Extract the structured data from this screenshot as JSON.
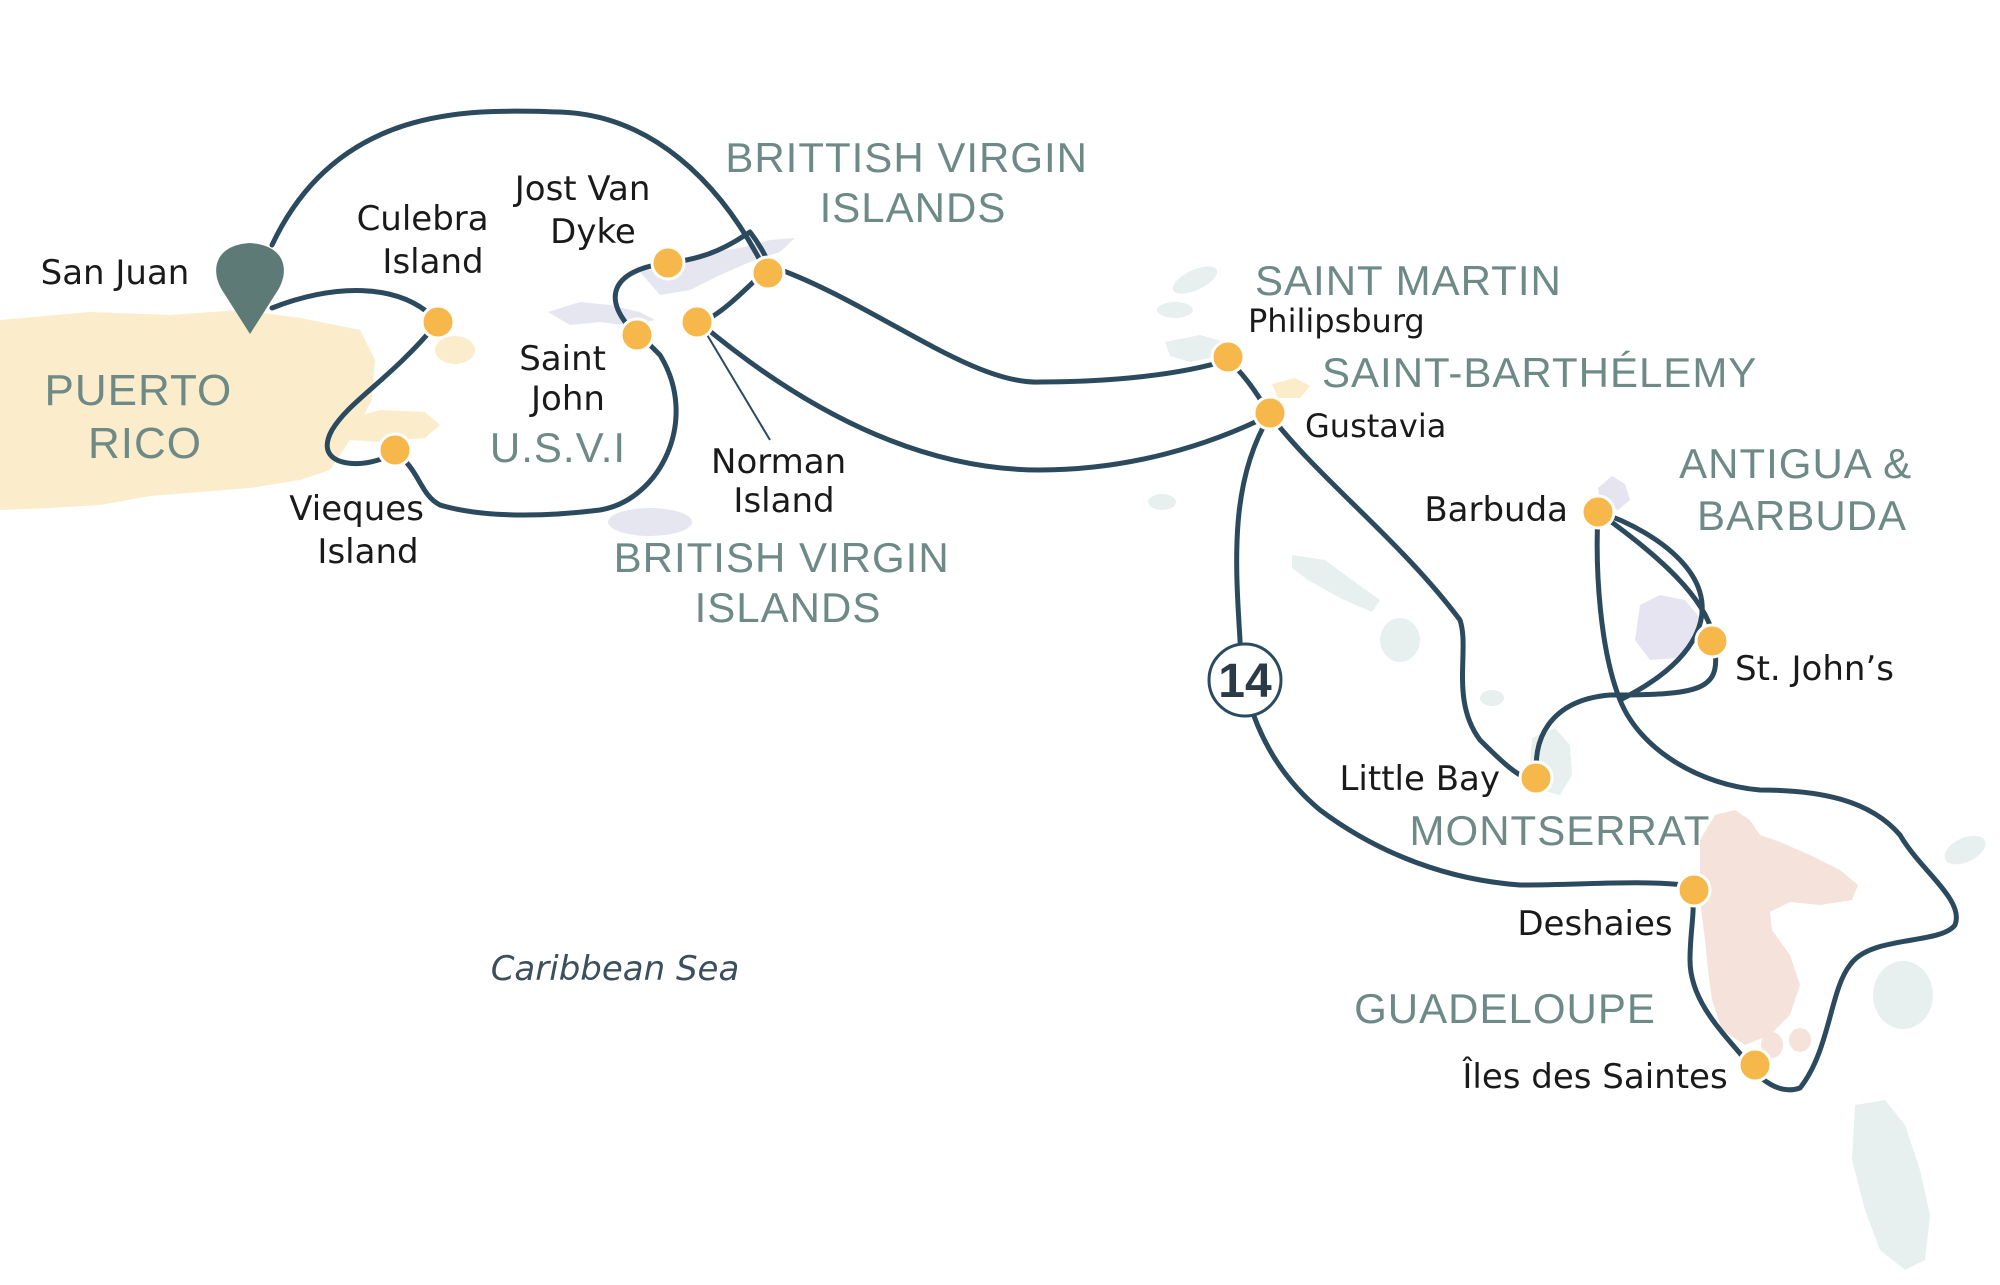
{
  "colors": {
    "route": "#2c4a5e",
    "port_dot": "#f7b84b",
    "start_pin": "#5e7a76",
    "puerto_rico_land": "#fbeccb",
    "bvi_land": "#e6e6f0",
    "leeward_land": "#e7f0ee",
    "antigua_land": "#e6e4f0",
    "guadeloupe_land": "#f5e2db",
    "region_text": "#6d8a86"
  },
  "map": {
    "start_icon": "location-pin-icon",
    "regions": {
      "puerto_rico": [
        "PUERTO",
        "RICO"
      ],
      "brittish_virgin_islands": [
        "BRITTISH VIRGIN",
        "ISLANDS"
      ],
      "usvi": "U.S.V.I",
      "british_virgin_islands": [
        "BRITISH VIRGIN",
        "ISLANDS"
      ],
      "saint_martin": "SAINT MARTIN",
      "saint_barthelemy": "SAINT-BARTHÉLEMY",
      "antigua_barbuda": [
        "ANTIGUA &",
        "BARBUDA"
      ],
      "montserrat": "MONTSERRAT",
      "guadeloupe": "GUADELOUPE"
    },
    "ports": {
      "san_juan": "San Juan",
      "culebra": [
        "Culebra",
        "Island"
      ],
      "vieques": [
        "Vieques",
        "Island"
      ],
      "jost_van_dyke": [
        "Jost Van",
        "Dyke"
      ],
      "saint_john": [
        "Saint",
        "John"
      ],
      "norman_island": [
        "Norman",
        "Island"
      ],
      "philipsburg": "Philipsburg",
      "gustavia": "Gustavia",
      "barbuda": "Barbuda",
      "st_johns": "St. John’s",
      "little_bay": "Little Bay",
      "deshaies": "Deshaies",
      "iles_des_saintes": "Îles des Saintes"
    },
    "sea_label": "Caribbean Sea",
    "duration_nights": "14"
  }
}
